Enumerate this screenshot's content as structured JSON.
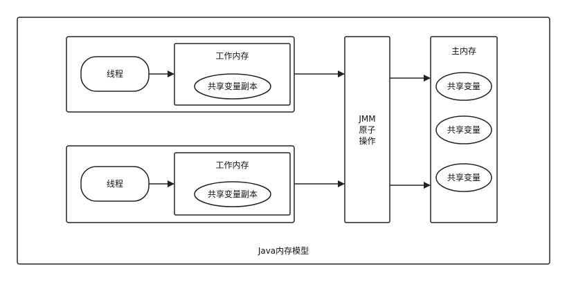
{
  "diagram": {
    "caption": "Java内存模型",
    "threads": [
      {
        "thread_label": "线程",
        "work_memory_title": "工作内存",
        "copy_label": "共享变量副本"
      },
      {
        "thread_label": "线程",
        "work_memory_title": "工作内存",
        "copy_label": "共享变量副本"
      }
    ],
    "jmm_label": "JMM\n原子\n操作",
    "main_memory": {
      "title": "主内存",
      "variables": [
        "共享变量",
        "共享变量",
        "共享变量"
      ]
    }
  }
}
